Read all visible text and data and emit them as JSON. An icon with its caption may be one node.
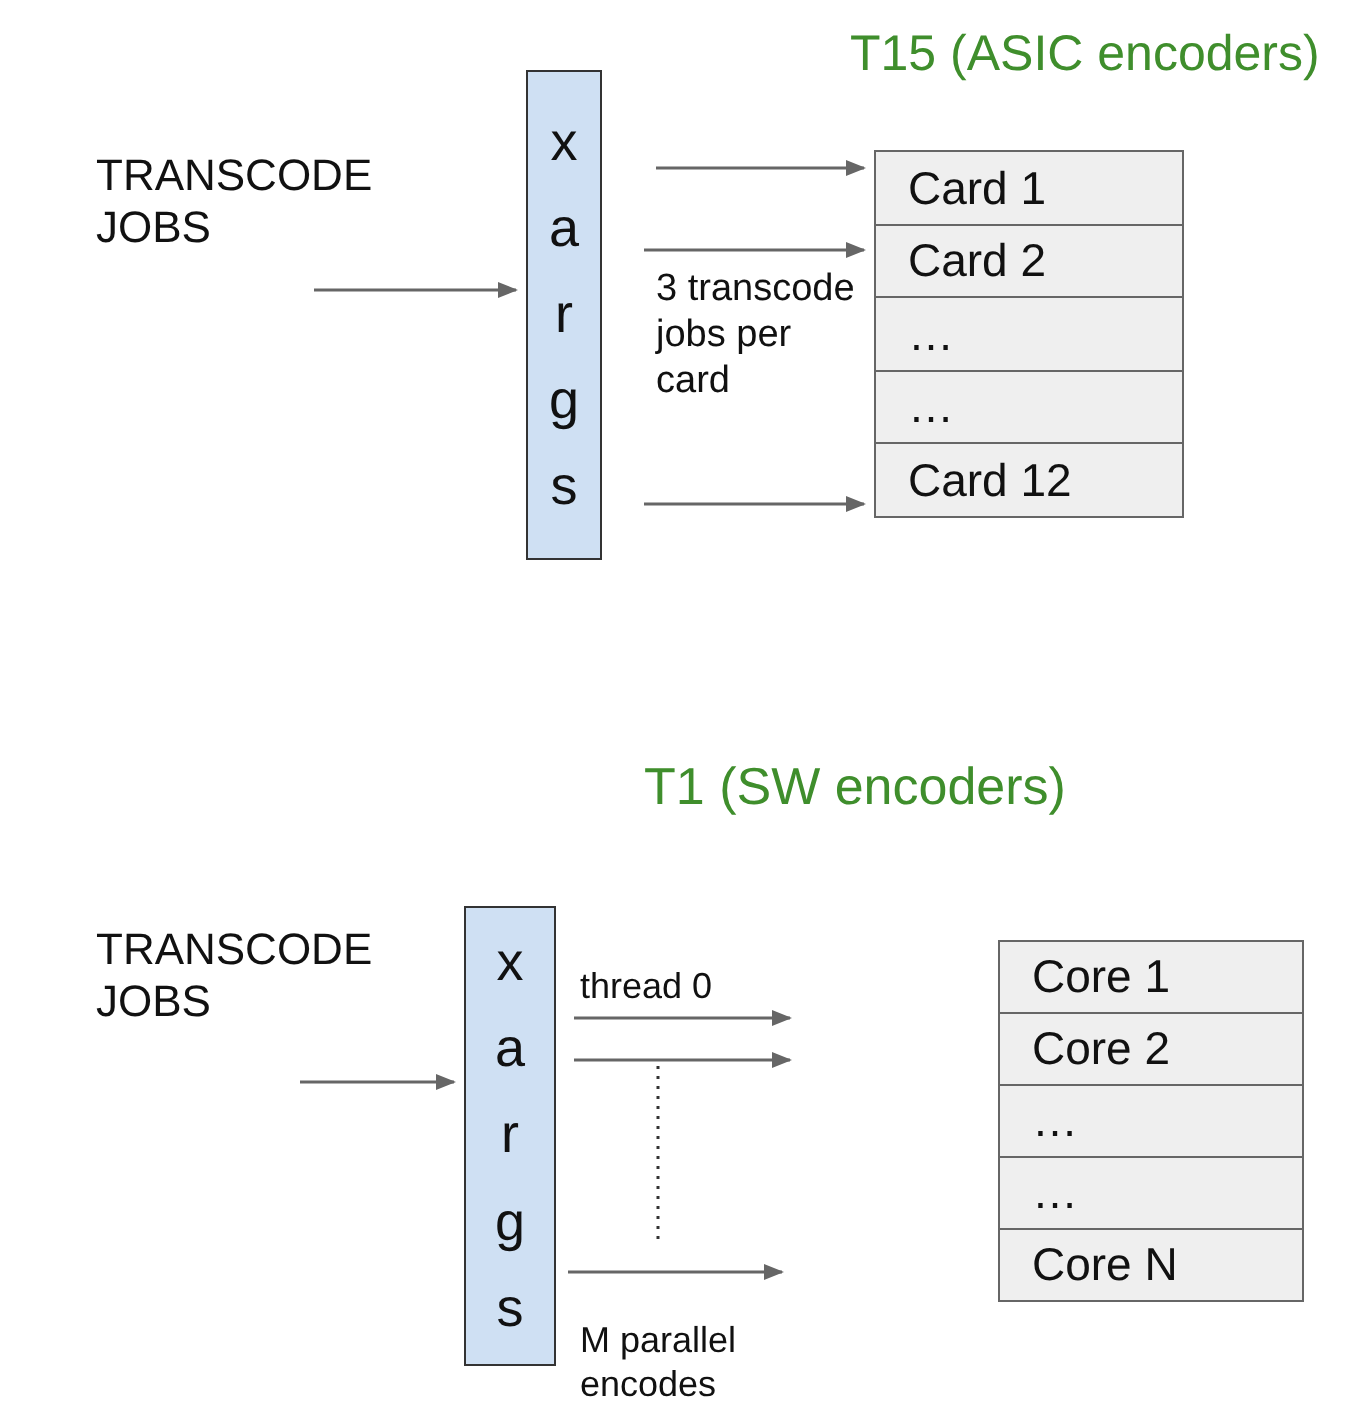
{
  "diagram": {
    "nodes": [
      {
        "text": [
          "xargs"
        ]
      },
      {
        "text": [
          "Card 1"
        ]
      },
      {
        "text": [
          "Card 2"
        ]
      },
      {
        "text": [
          "…"
        ]
      },
      {
        "text": [
          "…"
        ]
      },
      {
        "text": [
          "Card 12"
        ]
      },
      {
        "text": [
          "xargs"
        ]
      },
      {
        "text": [
          "Core 1"
        ]
      },
      {
        "text": [
          "Core 2"
        ]
      },
      {
        "text": [
          "…"
        ]
      },
      {
        "text": [
          "…"
        ]
      },
      {
        "text": [
          "Core N"
        ]
      }
    ],
    "edges": [
      {
        "from": null,
        "to": 0,
        "arrow": "to"
      },
      {
        "from": 0,
        "to": 1,
        "arrow": "to"
      },
      {
        "from": 0,
        "to": 2,
        "arrow": "to"
      },
      {
        "from": 0,
        "to": 5,
        "arrow": "to"
      },
      {
        "from": null,
        "to": 6,
        "arrow": "to"
      },
      {
        "from": 6,
        "to": null,
        "arrow": "to"
      },
      {
        "from": 6,
        "to": null,
        "arrow": "to"
      },
      {
        "from": 6,
        "to": null,
        "arrow": "to"
      }
    ],
    "labels": [
      "T15 (ASIC encoders)",
      "TRANSCODE JOBS",
      "3 transcode jobs per card",
      "T1 (SW encoders)",
      "TRANSCODE JOBS",
      "thread 0",
      "M parallel encodes"
    ]
  }
}
